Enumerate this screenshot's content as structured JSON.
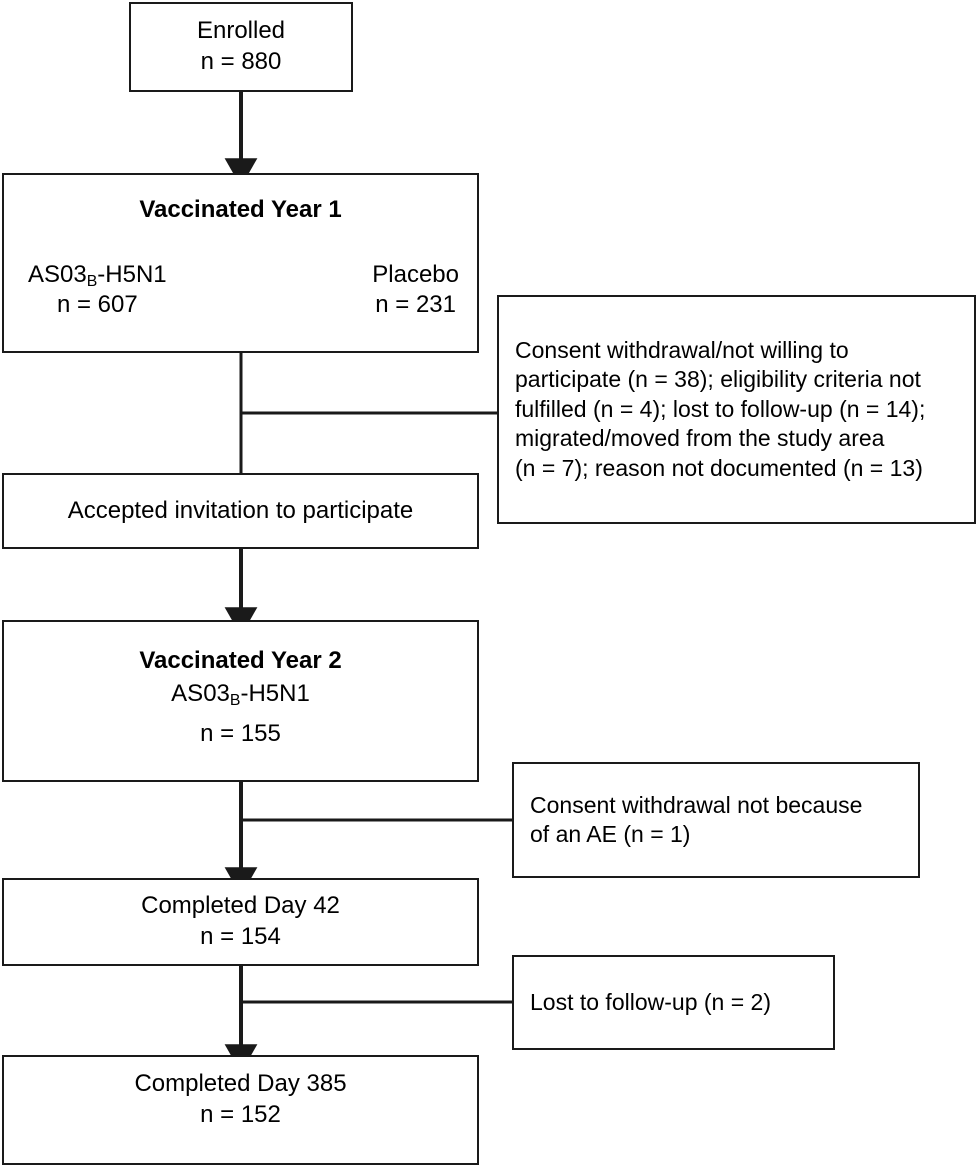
{
  "diagram": {
    "type": "participant-flow-diagram",
    "stroke_color": "#1a1a1a",
    "background_color": "#ffffff",
    "nodes": {
      "enrolled": {
        "label": "Enrolled",
        "count_line": "n = 880"
      },
      "vaccinated_year1": {
        "title": "Vaccinated Year 1",
        "arm1_name_prefix": "AS03",
        "arm1_name_sub": "B",
        "arm1_name_suffix": "-H5N1",
        "arm1_count": "n = 607",
        "arm2_name": "Placebo",
        "arm2_count": "n = 231"
      },
      "exclusions_year1": {
        "line1": "Consent withdrawal/not willing to",
        "line2": "participate (n = 38); eligibility criteria not",
        "line3": "fulfilled (n = 4); lost to follow-up (n = 14);",
        "line4": "migrated/moved from the study area",
        "line5": "(n = 7); reason not documented (n = 13)"
      },
      "accepted": {
        "label": "Accepted invitation to participate"
      },
      "vaccinated_year2": {
        "title": "Vaccinated Year 2",
        "arm_name_prefix": "AS03",
        "arm_name_sub": "B",
        "arm_name_suffix": "-H5N1",
        "count_line": "n = 155"
      },
      "exclusions_year2": {
        "line1": "Consent withdrawal not because",
        "line2": "of an AE (n = 1)"
      },
      "completed_day42": {
        "label": "Completed Day 42",
        "count_line": "n = 154"
      },
      "exclusions_day42": {
        "line1": "Lost to follow-up (n = 2)"
      },
      "completed_day385": {
        "label": "Completed Day 385",
        "count_line": "n = 152"
      }
    }
  }
}
